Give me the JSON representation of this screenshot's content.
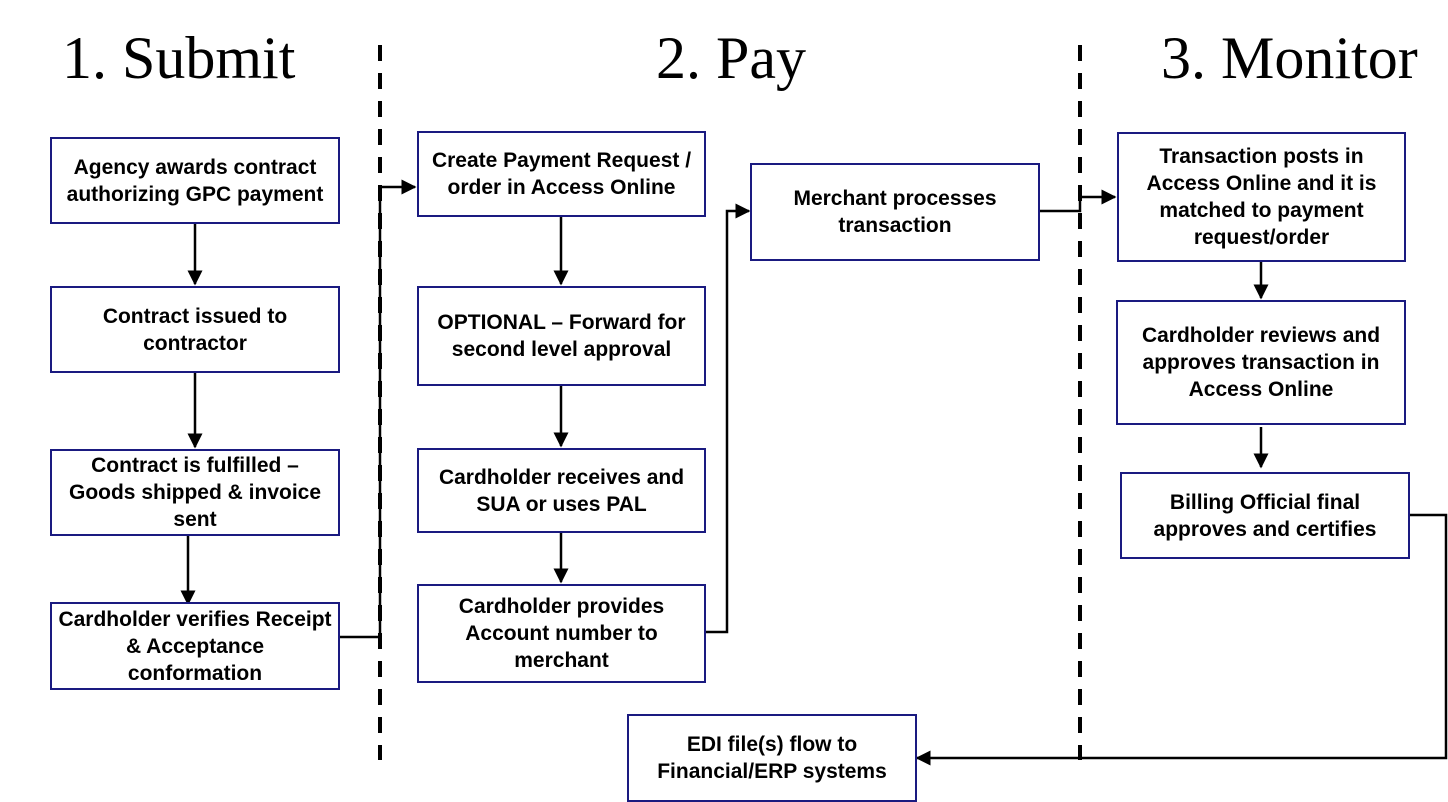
{
  "phases": {
    "submit": "1. Submit",
    "pay": "2. Pay",
    "monitor": "3. Monitor"
  },
  "submit_steps": [
    "Agency awards contract authorizing GPC payment",
    "Contract issued to contractor",
    "Contract is fulfilled – Goods shipped & invoice sent",
    "Cardholder verifies Receipt & Acceptance conformation"
  ],
  "pay_steps": [
    "Create Payment Request / order in Access Online",
    "OPTIONAL – Forward for second level approval",
    "Cardholder receives and SUA or uses PAL",
    "Cardholder provides Account number to merchant",
    "Merchant processes transaction"
  ],
  "monitor_steps": [
    "Transaction posts in Access Online and it is matched to payment request/order",
    "Cardholder reviews and approves transaction in Access Online",
    "Billing Official final approves and certifies"
  ],
  "output_step": "EDI file(s) flow to Financial/ERP systems",
  "colors": {
    "box_border": "#1a1a80",
    "text": "#000000",
    "background": "#ffffff"
  }
}
